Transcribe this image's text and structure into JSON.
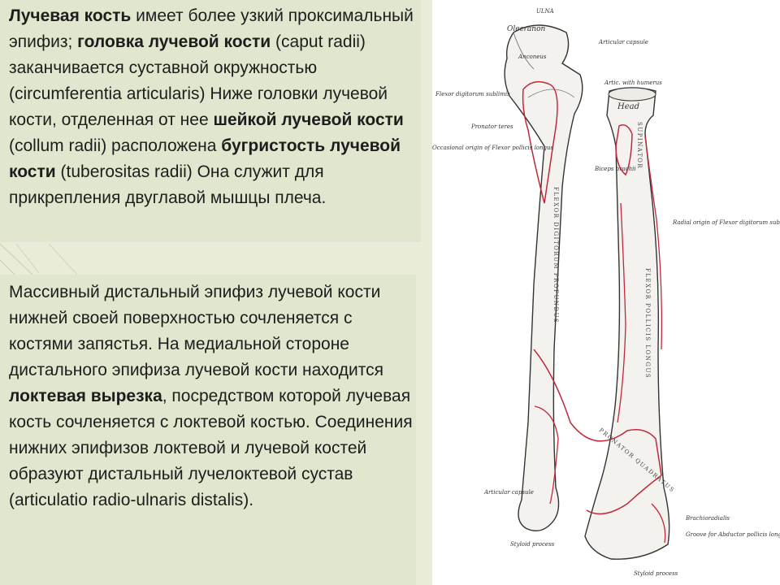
{
  "paragraph1": {
    "t1": "Лучевая кость",
    "t2": " имеет более узкий проксимальный эпифиз; ",
    "t3": "головка лучевой кости",
    "t4": " (caput radii) заканчивается суставной окружностью (circumferentia articularis) Ниже головки лучевой кости, отделенная от нее ",
    "t5": "шейкой лучевой кости",
    "t6": " (collum radii) расположена ",
    "t7": "бугристость лучевой кости",
    "t8": " (tuberositas radii) Она служит для прикрепления двуглавой мышцы плеча."
  },
  "paragraph2": {
    "t1": "Массивный дистальный эпифиз лучевой кости нижней своей поверхностью сочленяется с костями запястья. На медиальной стороне дистального эпифиза лучевой кости находится ",
    "t2": "локтевая вырезка",
    "t3": ", посредством которой лучевая кость сочленяется с локтевой костью. Соединения нижних эпифизов локтевой и лучевой костей образуют дистальный лучелоктевой сустав (articulatio radio-ulnaris distalis)."
  },
  "figure": {
    "ulna_title": "ULNA",
    "olecranon": "Olecranon",
    "articular_capsule": "Articular capsule",
    "anconeus": "Anconeus",
    "artic_humerus": "Artic. with humerus",
    "flexor_sublimis": "Flexor digitorum sublimis",
    "pronator_teres": "Pronator teres",
    "occasional_origin": "Occasional origin of Flexor pollicis longus",
    "head": "Head",
    "biceps": "Biceps brachii",
    "radial_origin": "Radial origin of Flexor digitorum sublimis",
    "fdp": "FLEXOR DIGITORUM PROFUNDUS",
    "fpl": "FLEXOR POLLICIS LONGUS",
    "supinator": "SUPINATOR",
    "pq": "PRONATOR QUADRATUS",
    "articular_capsule_2": "Articular capsule",
    "brachioradialis": "Brachioradialis",
    "groove": "Groove for Abductor pollicis longus and Extensor pollicis brevis",
    "styloid_1": "Styloid process",
    "styloid_2": "Styloid process"
  },
  "colors": {
    "background": "#e9ecd9",
    "text_panel": "#e1e7cf",
    "outline_red": "#c0283a"
  }
}
